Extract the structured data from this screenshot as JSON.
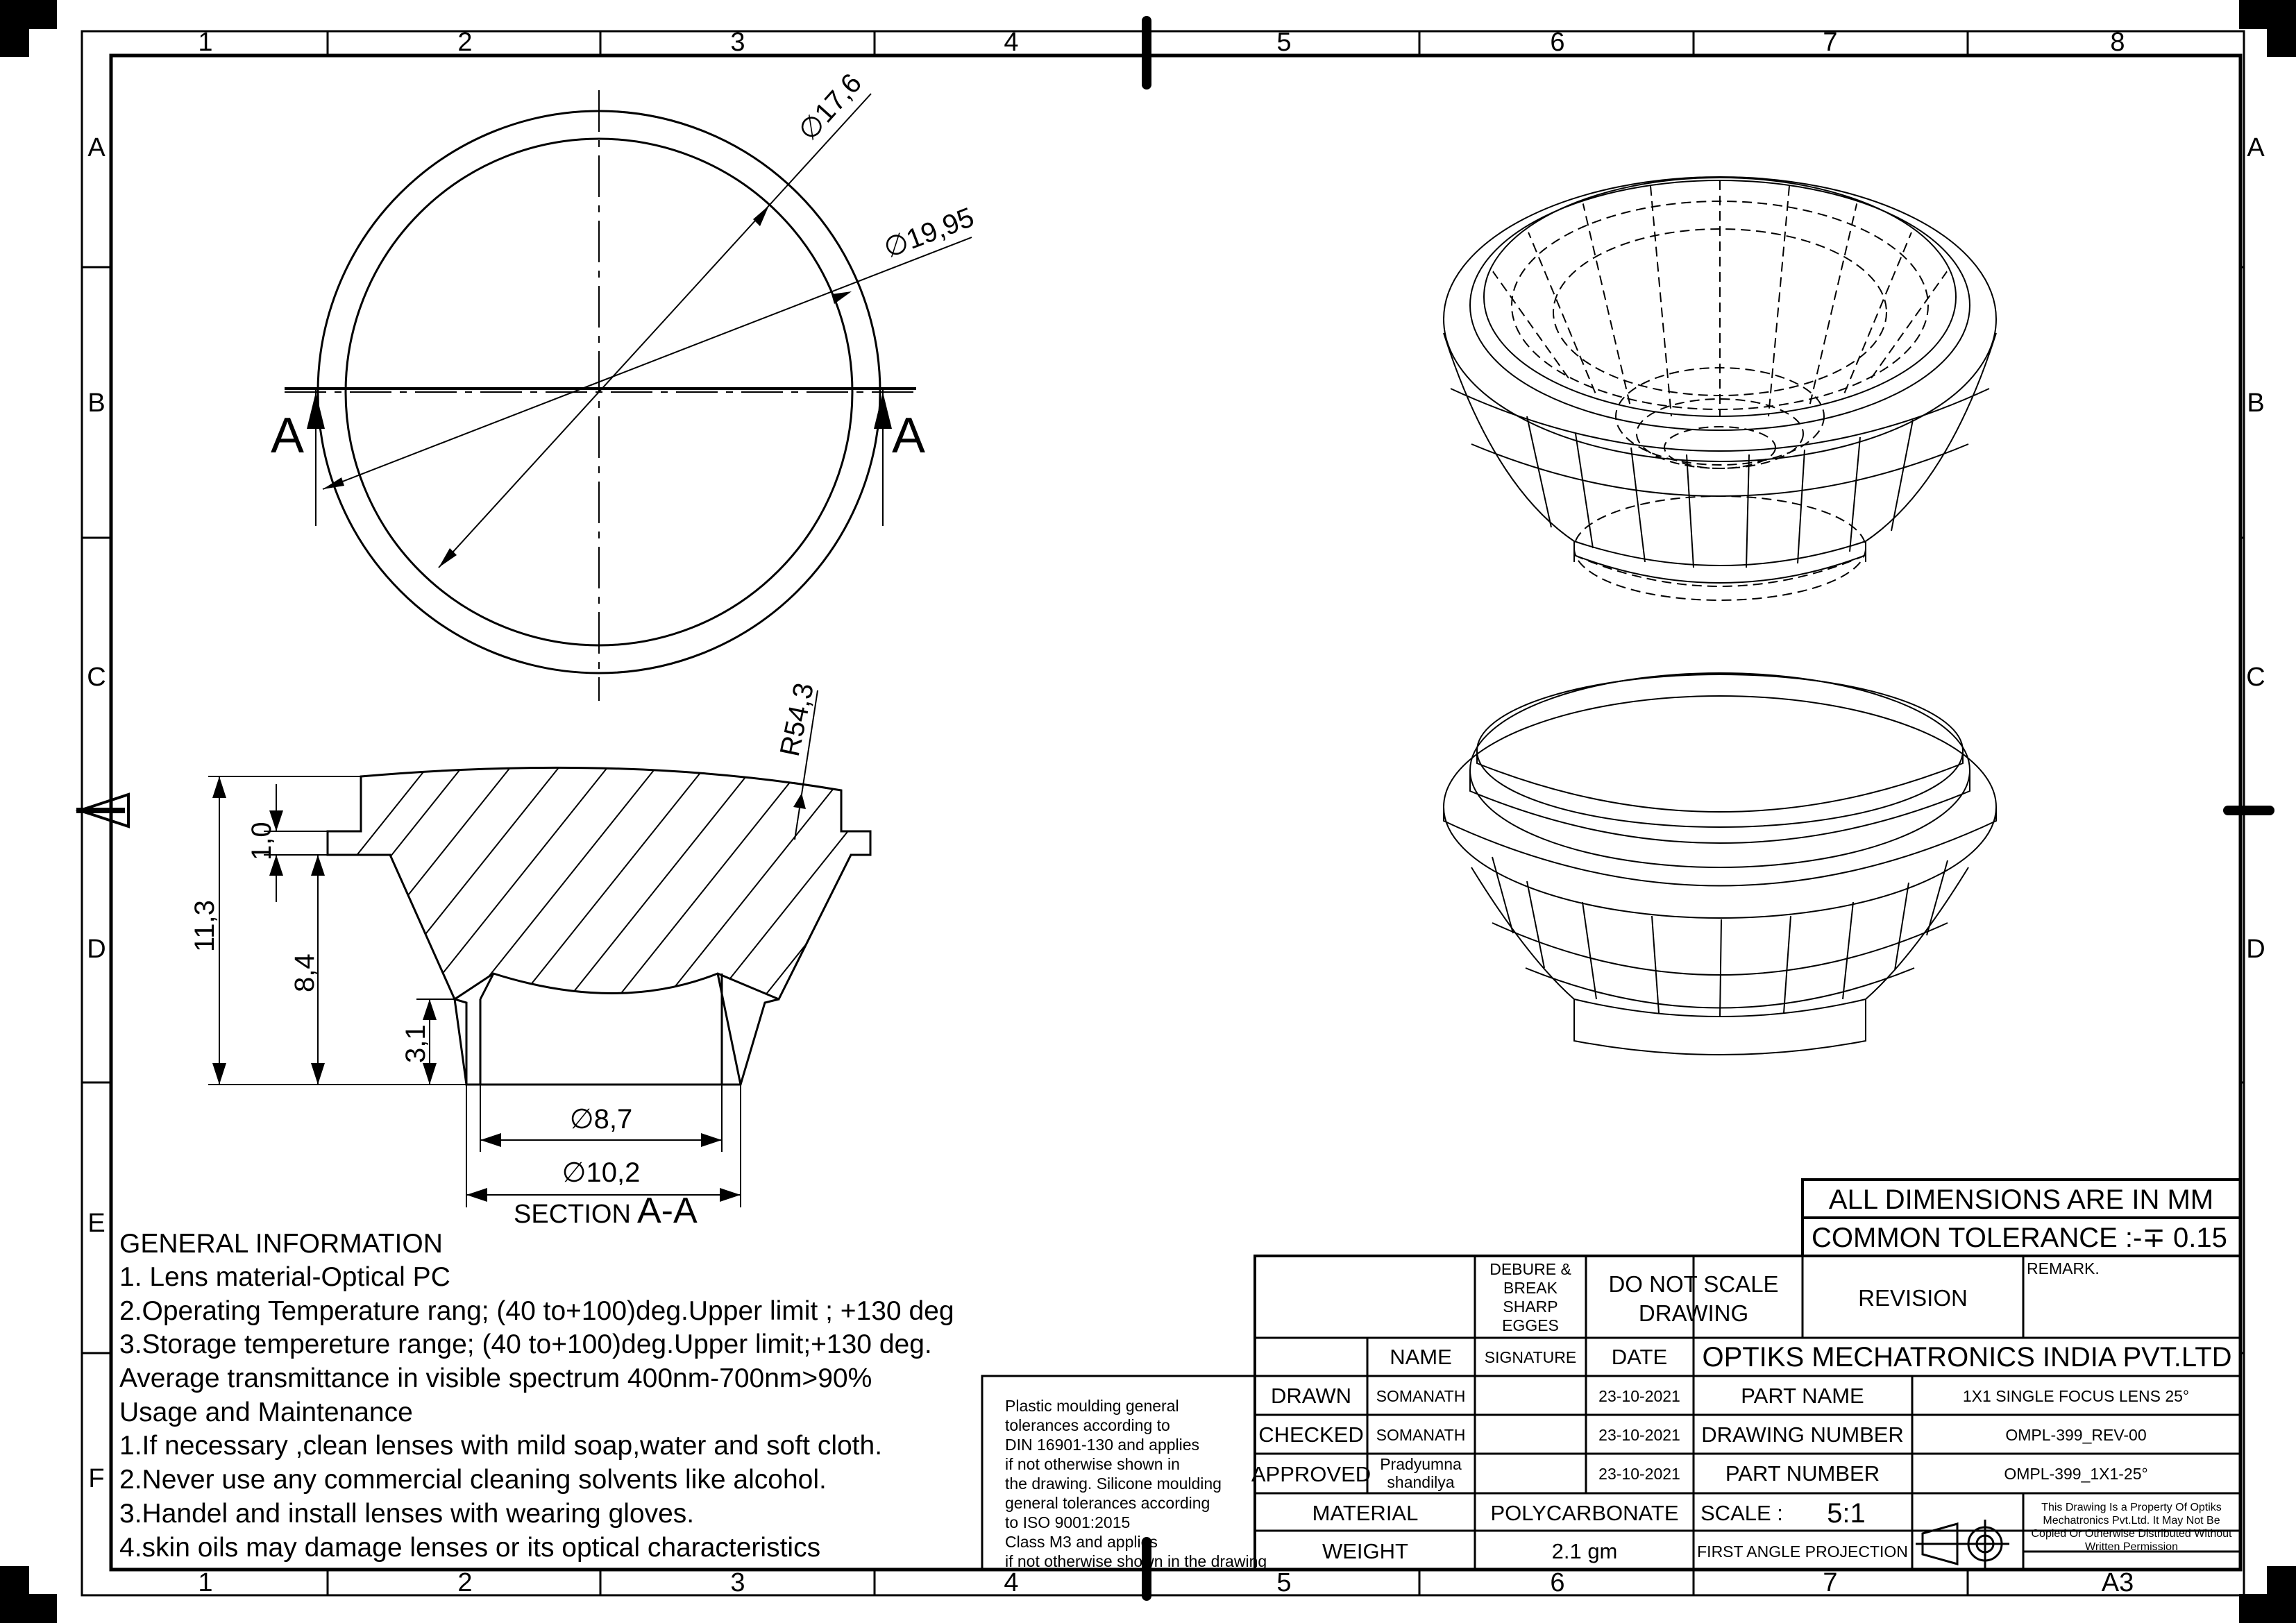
{
  "frame": {
    "col_labels": [
      "1",
      "2",
      "3",
      "4",
      "5",
      "6",
      "7",
      "8"
    ],
    "row_labels": [
      "A",
      "B",
      "C",
      "D",
      "E",
      "F"
    ]
  },
  "top_view": {
    "dim_inner": "∅17,6",
    "dim_outer": "∅19,95",
    "section_mark": "A"
  },
  "section_view": {
    "title_prefix": "SECTION",
    "title_suffix": "A-A",
    "radius": "R54,3",
    "height_total": "11,3",
    "height_flange": "1,0",
    "height_body": "8,4",
    "height_base": "3,1",
    "dia_inner": "∅8,7",
    "dia_outer": "∅10,2"
  },
  "general_info": {
    "heading": "GENERAL INFORMATION",
    "lines": [
      "1. Lens material-Optical PC",
      "2.Operating Temperature rang; (40 to+100)deg.Upper limit ; +130 deg",
      "3.Storage tempereture range; (40 to+100)deg.Upper limit;+130 deg.",
      "Average transmittance in visible spectrum 400nm-700nm>90%",
      "Usage and Maintenance",
      "1.If necessary ,clean lenses with mild soap,water and soft cloth.",
      "2.Never use any commercial cleaning solvents like alcohol.",
      "3.Handel and install lenses with wearing gloves.",
      "4.skin oils may damage lenses or its optical characteristics"
    ]
  },
  "moulding_note": [
    "Plastic moulding general",
    "tolerances according to",
    "DIN 16901-130 and applies",
    "if not otherwise shown in",
    "the drawing. Silicone moulding",
    "general tolerances according",
    "to ISO 9001:2015",
    "Class M3 and applies",
    "if not otherwise shown in the drawing"
  ],
  "title_block": {
    "dims_note": "ALL DIMENSIONS ARE IN MM",
    "tolerance": "COMMON TOLERANCE :-∓ 0.15",
    "debure": [
      "DEBURE &",
      "BREAK",
      "SHARP",
      "EGGES"
    ],
    "no_scale": [
      "DO NOT SCALE",
      "DRAWING"
    ],
    "revision": "REVISION",
    "remark": "REMARK.",
    "company": "OPTIKS MECHATRONICS INDIA PVT.LTD",
    "col_name": "NAME",
    "col_signature": "SIGNATURE",
    "col_date": "DATE",
    "rows": [
      {
        "role": "DRAWN",
        "name": "SOMANATH",
        "date": "23-10-2021",
        "field": "PART NAME",
        "value": "1X1 SINGLE FOCUS LENS 25°"
      },
      {
        "role": "CHECKED",
        "name": "SOMANATH",
        "date": "23-10-2021",
        "field": "DRAWING NUMBER",
        "value": "OMPL-399_REV-00"
      },
      {
        "role": "APPROVED",
        "name_line1": "Pradyumna",
        "name_line2": "shandilya",
        "date": "23-10-2021",
        "field": "PART NUMBER",
        "value": "OMPL-399_1X1-25°"
      }
    ],
    "material_label": "MATERIAL",
    "material": "POLYCARBONATE",
    "scale_label": "SCALE :",
    "scale": "5:1",
    "weight_label": "WEIGHT",
    "weight": "2.1 gm",
    "projection": "FIRST ANGLE PROJECTION",
    "property_note": [
      "This Drawing Is a Property Of Optiks",
      "Mechatronics Pvt.Ltd. It May Not Be",
      "Copied Or Otherwise Distributed Without",
      "Written Permission"
    ],
    "sheet_size": "A3"
  }
}
